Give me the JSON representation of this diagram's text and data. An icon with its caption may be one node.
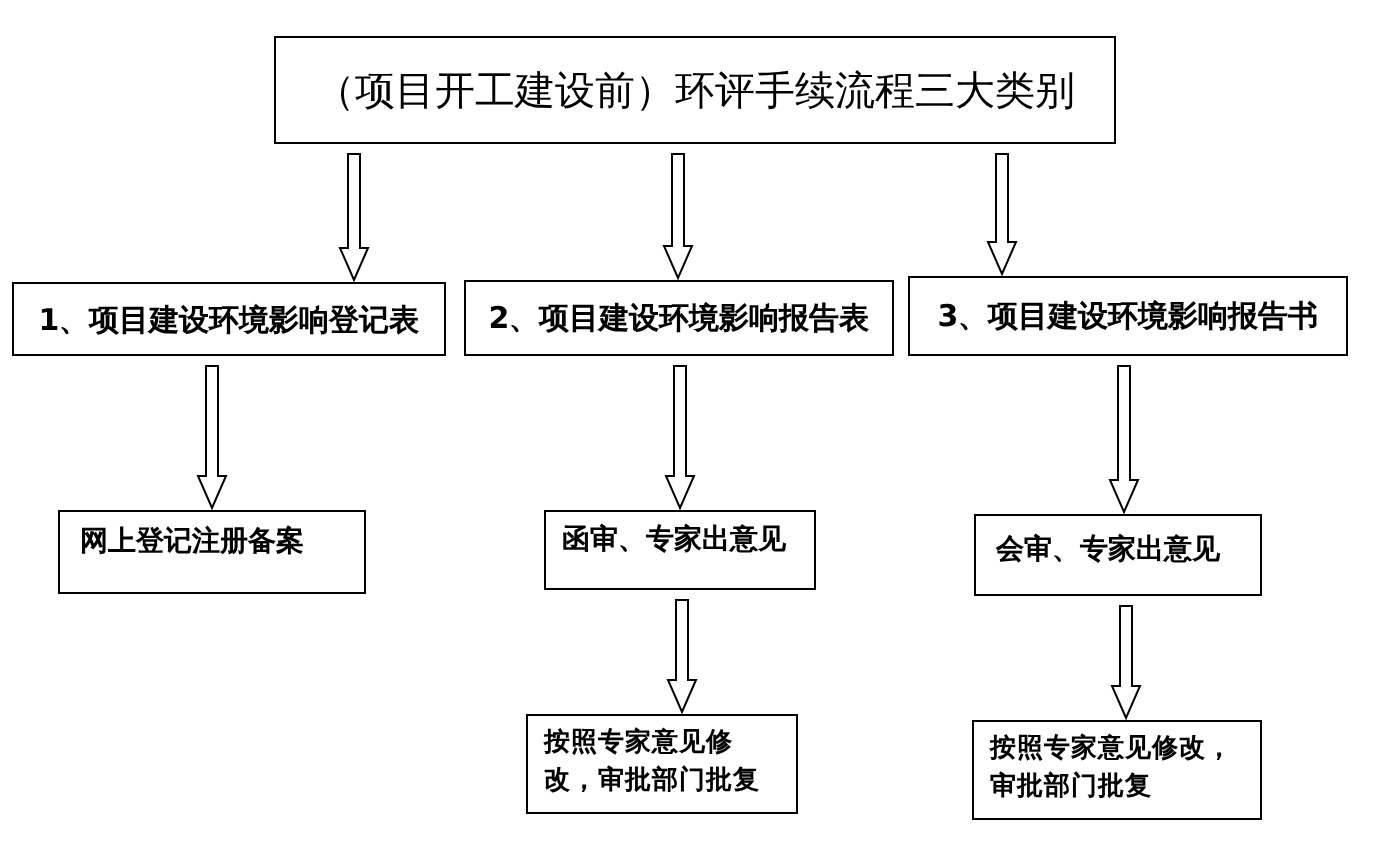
{
  "diagram": {
    "nodes": [
      {
        "text": [
          "（项目开工建设前）环评手续流程三大类别"
        ]
      },
      {
        "text": [
          "1、项目建设环境影响登记表"
        ]
      },
      {
        "text": [
          "2、项目建设环境影响报告表"
        ]
      },
      {
        "text": [
          "3、项目建设环境影响报告书"
        ]
      },
      {
        "text": [
          "网上登记注册备案"
        ]
      },
      {
        "text": [
          "函审、专家出意见"
        ]
      },
      {
        "text": [
          "会审、专家出意见"
        ]
      },
      {
        "text": [
          "按照专家意见修改，审批部门批复"
        ]
      },
      {
        "text": [
          "按照专家意见修改，审批部门批复"
        ]
      }
    ],
    "edges": [
      {
        "from": 0,
        "to": 1,
        "arrow": "to"
      },
      {
        "from": 0,
        "to": 2,
        "arrow": "to"
      },
      {
        "from": 0,
        "to": 3,
        "arrow": "to"
      },
      {
        "from": 1,
        "to": 4,
        "arrow": "to"
      },
      {
        "from": 2,
        "to": 5,
        "arrow": "to"
      },
      {
        "from": 3,
        "to": 6,
        "arrow": "to"
      },
      {
        "from": 5,
        "to": 7,
        "arrow": "to"
      },
      {
        "from": 6,
        "to": 8,
        "arrow": "to"
      }
    ]
  }
}
